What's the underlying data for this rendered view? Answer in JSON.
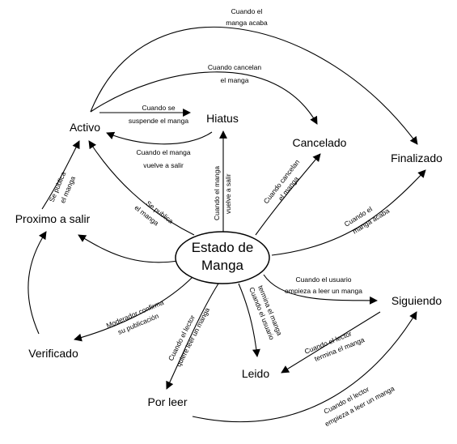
{
  "center": {
    "line1": "Estado de",
    "line2": "Manga"
  },
  "nodes": {
    "activo": "Activo",
    "hiatus": "Hiatus",
    "cancelado": "Cancelado",
    "finalizado": "Finalizado",
    "proximo": "Proximo a salir",
    "siguiendo": "Siguiendo",
    "verificado": "Verificado",
    "leido": "Leido",
    "por_leer": "Por leer"
  },
  "labels": {
    "top_acaba_1": "Cuando el",
    "top_acaba_2": "manga acaba",
    "cancelan_1": "Cuando cancelan",
    "cancelan_2": "el manga",
    "suspende_1": "Cuando se",
    "suspende_2": "suspende el manga",
    "vuelve_1": "Cuando el manga",
    "vuelve_2": "vuelve a salir",
    "vuelve_v_1": "Cuando el manga",
    "vuelve_v_2": "vuelve a salir",
    "se_publica_l_1": "Se publica",
    "se_publica_l_2": "el manga",
    "se_publica_c_1": "Se publica",
    "se_publica_c_2": "el manga",
    "cancelan_d_1": "Cuando cancelan",
    "cancelan_d_2": "el manga",
    "acaba_r_1": "Cuando el",
    "acaba_r_2": "manga acaba",
    "usuario_1": "Cuando el usuario",
    "usuario_2": "empieza a leer un manga",
    "moderador_1": "Moderador confirma",
    "moderador_2": "su publicación",
    "lector_quiere_1": "Cuando el lector",
    "lector_quiere_2": "quiere leer un manga",
    "usuario_termina_1": "Cuando el usuario",
    "usuario_termina_2": "termina el manga",
    "lector_termina_1": "Cuando el lector",
    "lector_termina_2": "termina el manga",
    "lector_empieza_1": "Cuando el lector",
    "lector_empieza_2": "empieza a leer un manga"
  }
}
